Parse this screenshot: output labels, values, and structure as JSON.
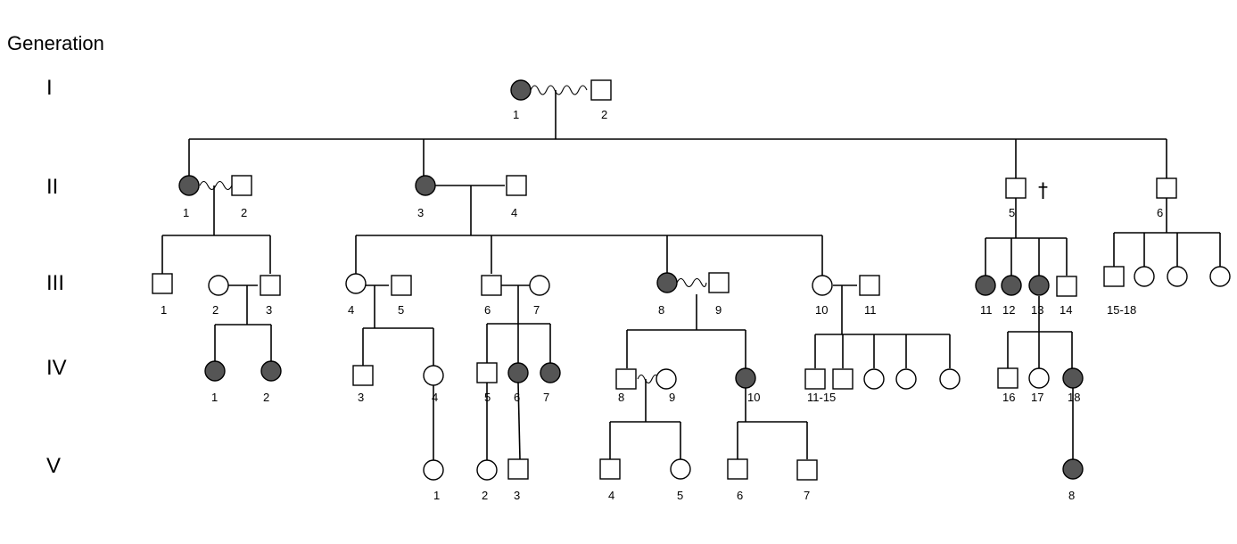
{
  "title": "Generation",
  "generations": [
    "I",
    "II",
    "III",
    "IV",
    "V"
  ],
  "colors": {
    "affected": "#555555",
    "unaffected": "#ffffff",
    "line": "#000000"
  },
  "deceased_mark": "†",
  "labels": {
    "I1": "1",
    "I2": "2",
    "II1": "1",
    "II2": "2",
    "II3": "3",
    "II4": "4",
    "II5": "5",
    "II6": "6",
    "III1": "1",
    "III2": "2",
    "III3": "3",
    "III4": "4",
    "III5": "5",
    "III6": "6",
    "III7": "7",
    "III8": "8",
    "III9": "9",
    "III10": "10",
    "III11": "11",
    "III11b": "11",
    "III12": "12",
    "III13": "13",
    "III14": "14",
    "III15": "15-18",
    "IV1": "1",
    "IV2": "2",
    "IV3": "3",
    "IV4": "4",
    "IV5": "5",
    "IV6": "6",
    "IV7": "7",
    "IV8": "8",
    "IV9": "9",
    "IV10": "10",
    "IV11": "11-15",
    "IV16": "16",
    "IV17": "17",
    "IV18": "18",
    "V1": "1",
    "V2": "2",
    "V3": "3",
    "V4": "4",
    "V5": "5",
    "V6": "6",
    "V7": "7",
    "V8": "8"
  },
  "individuals": [
    {
      "id": "I1",
      "sex": "female",
      "affected": true
    },
    {
      "id": "I2",
      "sex": "male",
      "affected": false
    },
    {
      "id": "II1",
      "sex": "female",
      "affected": true
    },
    {
      "id": "II2",
      "sex": "male",
      "affected": false
    },
    {
      "id": "II3",
      "sex": "female",
      "affected": true
    },
    {
      "id": "II4",
      "sex": "male",
      "affected": false
    },
    {
      "id": "II5",
      "sex": "male",
      "affected": false,
      "deceased": true
    },
    {
      "id": "II6",
      "sex": "male",
      "affected": false
    },
    {
      "id": "III1",
      "sex": "male",
      "affected": false
    },
    {
      "id": "III2",
      "sex": "female",
      "affected": false
    },
    {
      "id": "III3",
      "sex": "male",
      "affected": false
    },
    {
      "id": "III4",
      "sex": "female",
      "affected": false
    },
    {
      "id": "III5",
      "sex": "male",
      "affected": false
    },
    {
      "id": "III6",
      "sex": "male",
      "affected": false
    },
    {
      "id": "III7",
      "sex": "female",
      "affected": false
    },
    {
      "id": "III8",
      "sex": "female",
      "affected": true
    },
    {
      "id": "III9",
      "sex": "male",
      "affected": false
    },
    {
      "id": "III10",
      "sex": "female",
      "affected": false
    },
    {
      "id": "III11",
      "sex": "male",
      "affected": false
    },
    {
      "id": "III11b",
      "sex": "female",
      "affected": true
    },
    {
      "id": "III12",
      "sex": "female",
      "affected": true
    },
    {
      "id": "III13",
      "sex": "female",
      "affected": true
    },
    {
      "id": "III14",
      "sex": "male",
      "affected": false
    },
    {
      "id": "III15",
      "sex": "male",
      "affected": false
    },
    {
      "id": "III16",
      "sex": "female",
      "affected": false
    },
    {
      "id": "III17",
      "sex": "female",
      "affected": false
    },
    {
      "id": "III18",
      "sex": "female",
      "affected": false
    },
    {
      "id": "IV1",
      "sex": "female",
      "affected": true
    },
    {
      "id": "IV2",
      "sex": "female",
      "affected": true
    },
    {
      "id": "IV3",
      "sex": "male",
      "affected": false
    },
    {
      "id": "IV4",
      "sex": "female",
      "affected": false
    },
    {
      "id": "IV5",
      "sex": "male",
      "affected": false
    },
    {
      "id": "IV6",
      "sex": "female",
      "affected": true
    },
    {
      "id": "IV7",
      "sex": "female",
      "affected": true
    },
    {
      "id": "IV8",
      "sex": "male",
      "affected": false
    },
    {
      "id": "IV9",
      "sex": "female",
      "affected": false
    },
    {
      "id": "IV10",
      "sex": "female",
      "affected": true
    },
    {
      "id": "IV11",
      "sex": "male",
      "affected": false
    },
    {
      "id": "IV12",
      "sex": "male",
      "affected": false
    },
    {
      "id": "IV13",
      "sex": "female",
      "affected": false
    },
    {
      "id": "IV14",
      "sex": "female",
      "affected": false
    },
    {
      "id": "IV15",
      "sex": "female",
      "affected": false
    },
    {
      "id": "IV16",
      "sex": "male",
      "affected": false
    },
    {
      "id": "IV17",
      "sex": "female",
      "affected": false
    },
    {
      "id": "IV18",
      "sex": "female",
      "affected": true
    },
    {
      "id": "V1",
      "sex": "female",
      "affected": false
    },
    {
      "id": "V2",
      "sex": "female",
      "affected": false
    },
    {
      "id": "V3",
      "sex": "male",
      "affected": false
    },
    {
      "id": "V4",
      "sex": "male",
      "affected": false
    },
    {
      "id": "V5",
      "sex": "female",
      "affected": false
    },
    {
      "id": "V6",
      "sex": "male",
      "affected": false
    },
    {
      "id": "V7",
      "sex": "male",
      "affected": false
    },
    {
      "id": "V8",
      "sex": "female",
      "affected": true
    }
  ],
  "unions": [
    {
      "a": "I1",
      "b": "I2",
      "consanguineous": true
    },
    {
      "a": "II1",
      "b": "II2",
      "consanguineous": true
    },
    {
      "a": "II3",
      "b": "II4",
      "consanguineous": false
    },
    {
      "a": "III2",
      "b": "III3",
      "consanguineous": false
    },
    {
      "a": "III4",
      "b": "III5",
      "consanguineous": false
    },
    {
      "a": "III6",
      "b": "III7",
      "consanguineous": false
    },
    {
      "a": "III8",
      "b": "III9",
      "consanguineous": true
    },
    {
      "a": "III10",
      "b": "III11",
      "consanguineous": false
    },
    {
      "a": "IV8",
      "b": "IV9",
      "consanguineous": true
    }
  ]
}
